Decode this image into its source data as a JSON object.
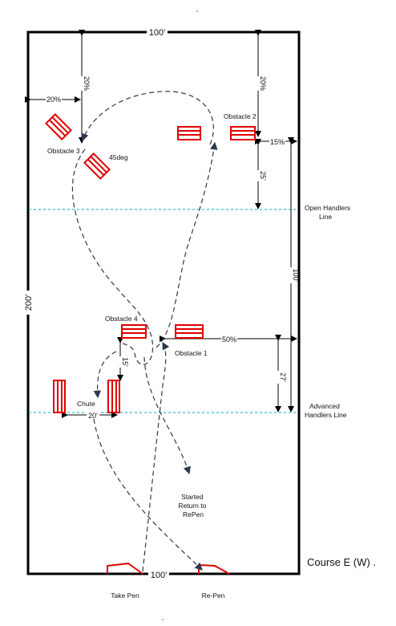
{
  "field": {
    "top_length": "100'",
    "bottom_length": "100'",
    "side_length": "200'"
  },
  "obstacles": {
    "obstacle1": "Obstacle 1",
    "obstacle2": "Obstacle 2",
    "obstacle3": "Obstacle 3",
    "obstacle4": "Obstacle 4",
    "angle": "45deg",
    "chute": "Chute"
  },
  "dimensions": {
    "top_left_20pct": "20%",
    "left_20pct_vertical": "20%",
    "right_20pct_vertical": "20%",
    "right_15pct": "15%",
    "obstacle2_25ft": "25'",
    "middle_100ft": "100'",
    "obstacle1_50pct": "50%",
    "obstacle4_15ft": "15'",
    "chute_20ft": "20'",
    "advanced_27ft": "27'"
  },
  "lines": {
    "open_handlers": [
      "Open Handlers",
      "Line"
    ],
    "advanced_handlers": [
      "Advanced",
      "Handlers Line"
    ]
  },
  "notes": {
    "return": [
      "Started",
      "Return to",
      "RePen"
    ]
  },
  "pens": {
    "take": "Take Pen",
    "re": "Re-Pen"
  },
  "course_title": "Course E (W)  .",
  "colors": {
    "obstacle": "#e00000",
    "handler_line": "#35b6d8",
    "path": "#2b3a4f"
  }
}
